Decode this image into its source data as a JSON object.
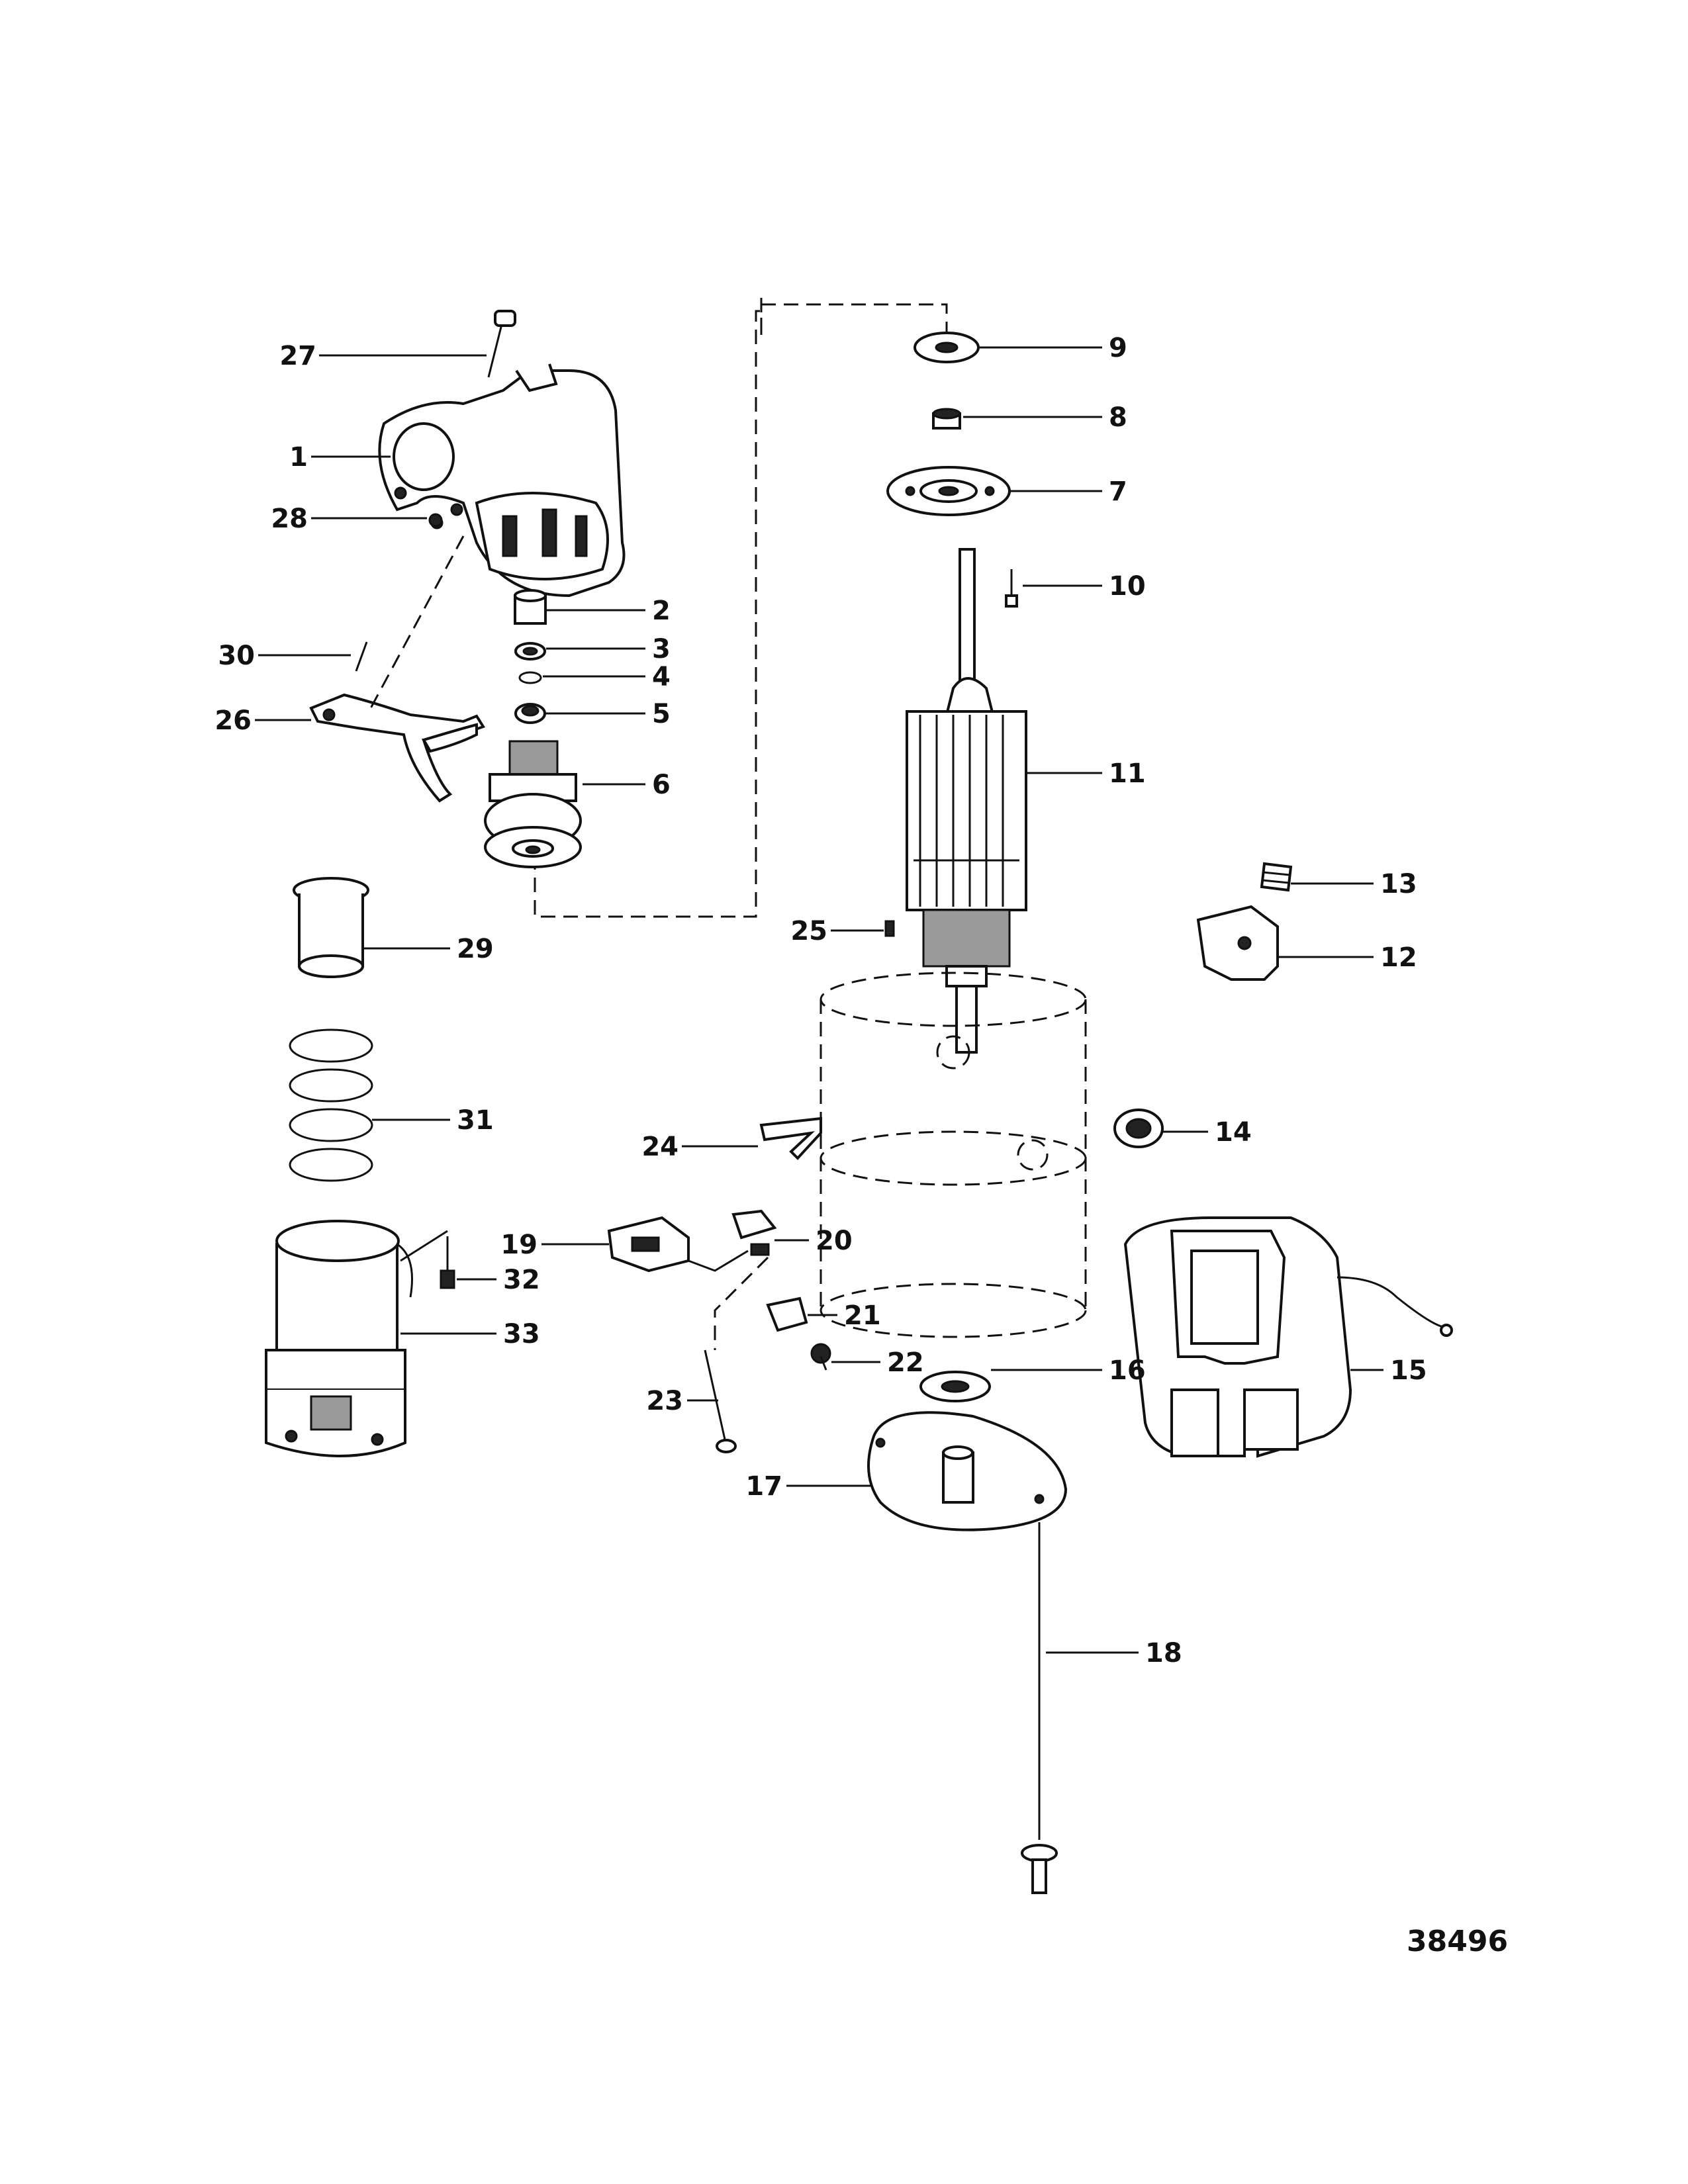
{
  "figure_number": "38496",
  "callouts": [
    {
      "id": "c1",
      "text": "1"
    },
    {
      "id": "c2",
      "text": "2"
    },
    {
      "id": "c3",
      "text": "3"
    },
    {
      "id": "c4",
      "text": "4"
    },
    {
      "id": "c5",
      "text": "5"
    },
    {
      "id": "c6",
      "text": "6"
    },
    {
      "id": "c7",
      "text": "7"
    },
    {
      "id": "c8",
      "text": "8"
    },
    {
      "id": "c9",
      "text": "9"
    },
    {
      "id": "c10",
      "text": "10"
    },
    {
      "id": "c11",
      "text": "11"
    },
    {
      "id": "c12",
      "text": "12"
    },
    {
      "id": "c13",
      "text": "13"
    },
    {
      "id": "c14",
      "text": "14"
    },
    {
      "id": "c15",
      "text": "15"
    },
    {
      "id": "c16",
      "text": "16"
    },
    {
      "id": "c17",
      "text": "17"
    },
    {
      "id": "c18",
      "text": "18"
    },
    {
      "id": "c19",
      "text": "19"
    },
    {
      "id": "c20",
      "text": "20"
    },
    {
      "id": "c21",
      "text": "21"
    },
    {
      "id": "c22",
      "text": "22"
    },
    {
      "id": "c23",
      "text": "23"
    },
    {
      "id": "c24",
      "text": "24"
    },
    {
      "id": "c25",
      "text": "25"
    },
    {
      "id": "c26",
      "text": "26"
    },
    {
      "id": "c27",
      "text": "27"
    },
    {
      "id": "c28",
      "text": "28"
    },
    {
      "id": "c29",
      "text": "29"
    },
    {
      "id": "c30",
      "text": "30"
    },
    {
      "id": "c31",
      "text": "31"
    },
    {
      "id": "c32",
      "text": "32"
    },
    {
      "id": "c33",
      "text": "33"
    }
  ]
}
